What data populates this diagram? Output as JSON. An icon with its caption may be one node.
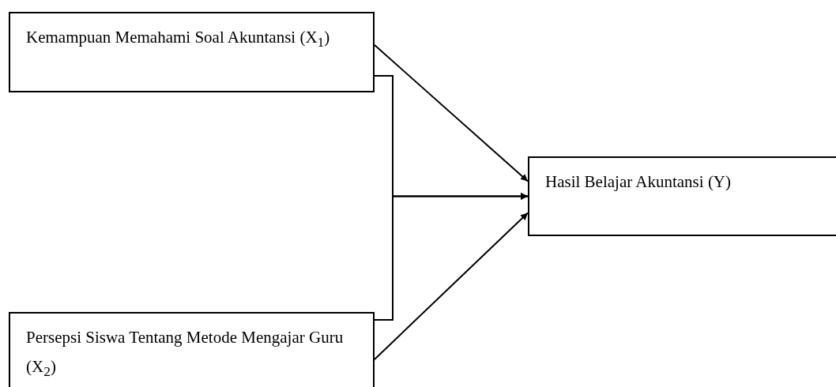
{
  "diagram": {
    "nodes": [
      {
        "text": [
          "Kemampuan Memahami Soal Akuntansi (X$_{1}$)"
        ]
      },
      {
        "text": [
          "Persepsi Siswa Tentang Metode Mengajar Guru (X$_{2}$)"
        ]
      },
      {
        "text": [
          "Hasil Belajar Akuntansi (Y)"
        ]
      }
    ],
    "edges": [
      {
        "from": 0,
        "to": 2,
        "arrow": "to"
      },
      {
        "from": 1,
        "to": 2,
        "arrow": "to"
      },
      {
        "from": 0,
        "to": 2,
        "arrow": "to"
      },
      {
        "from": 1,
        "to": 2,
        "arrow": "to"
      }
    ]
  }
}
